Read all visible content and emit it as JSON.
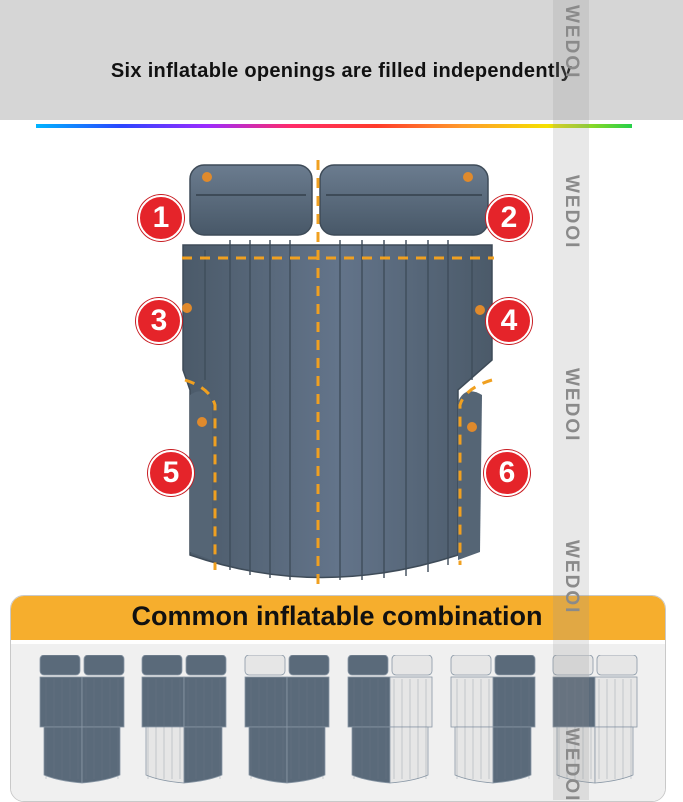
{
  "header": {
    "title": "Six inflatable openings are filled independently"
  },
  "watermark": {
    "text": "WEDOI"
  },
  "diagram": {
    "openings": [
      {
        "number": "1"
      },
      {
        "number": "2"
      },
      {
        "number": "3"
      },
      {
        "number": "4"
      },
      {
        "number": "5"
      },
      {
        "number": "6"
      }
    ]
  },
  "combination": {
    "title": "Common inflatable combination",
    "panels": [
      {
        "inflated": [
          "pillow-left",
          "pillow-right",
          "body-left",
          "body-right",
          "leg-left",
          "leg-right"
        ]
      },
      {
        "inflated": [
          "pillow-left",
          "pillow-right",
          "body-left",
          "body-right",
          "leg-right"
        ]
      },
      {
        "inflated": [
          "pillow-right",
          "body-left",
          "body-right",
          "leg-left",
          "leg-right"
        ]
      },
      {
        "inflated": [
          "pillow-left",
          "body-left",
          "leg-left"
        ]
      },
      {
        "inflated": [
          "pillow-right",
          "body-right",
          "leg-right"
        ]
      },
      {
        "inflated": [
          "body-left"
        ]
      }
    ]
  },
  "colors": {
    "mattress": "#5a6a7a",
    "deflated": "#e6e6e6",
    "accent": "#f6ae2d",
    "number_badge": "#e5242a",
    "dash": "#f0a020"
  }
}
